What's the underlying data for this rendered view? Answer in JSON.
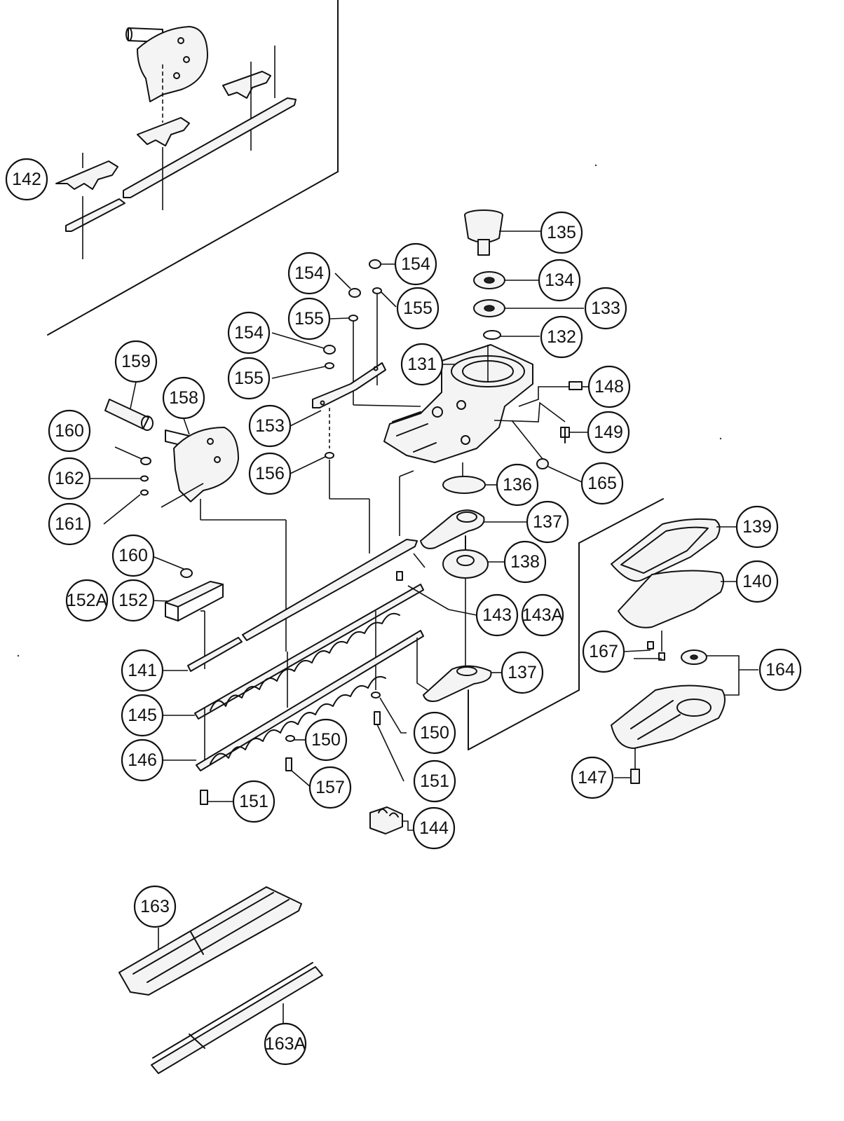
{
  "callouts": {
    "c142": "142",
    "c135": "135",
    "c134": "134",
    "c133": "133",
    "c132": "132",
    "c131": "131",
    "c154a": "154",
    "c154b": "154",
    "c154c": "154",
    "c155a": "155",
    "c155b": "155",
    "c155c": "155",
    "c148": "148",
    "c149": "149",
    "c153": "153",
    "c159": "159",
    "c158": "158",
    "c160a": "160",
    "c162": "162",
    "c161": "161",
    "c156": "156",
    "c136": "136",
    "c165": "165",
    "c137a": "137",
    "c139": "139",
    "c138": "138",
    "c140": "140",
    "c160b": "160",
    "c152A": "152A",
    "c152": "152",
    "c143": "143",
    "c143A": "143A",
    "c167": "167",
    "c164": "164",
    "c141": "141",
    "c137b": "137",
    "c145": "145",
    "c150a": "150",
    "c150b": "150",
    "c146": "146",
    "c147": "147",
    "c151a": "151",
    "c157": "157",
    "c151b": "151",
    "c144": "144",
    "c163": "163",
    "c163A": "163A"
  }
}
